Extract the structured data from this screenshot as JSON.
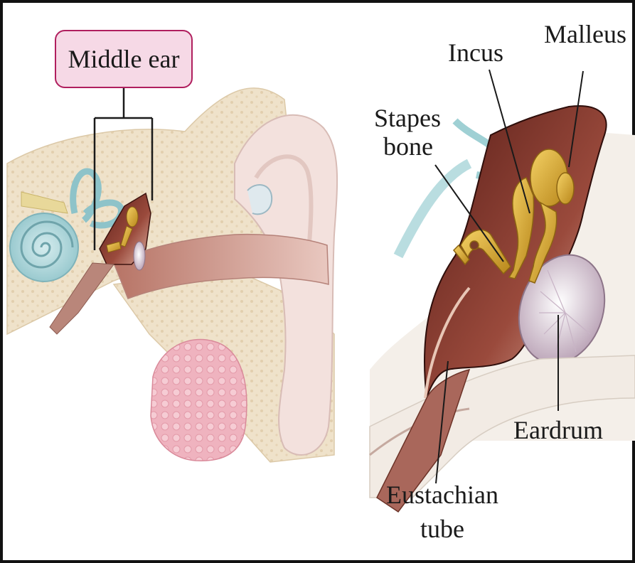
{
  "labels": {
    "middle_ear": "Middle ear",
    "incus": "Incus",
    "malleus": "Malleus",
    "stapes_line1": "Stapes",
    "stapes_line2": "bone",
    "eardrum": "Eardrum",
    "eustachian_line1": "Eustachian",
    "eustachian_line2": "tube"
  },
  "colors": {
    "frame": "#111111",
    "callout_border": "#b01f5e",
    "callout_fill": "#f6d9e6",
    "skin": "#f1dcd8",
    "bone": "#efe4cf",
    "ossicle": "#d4a52a",
    "cavity": "#6e2a22",
    "cochlea": "#a9d3d8",
    "canal": "#c98f84",
    "gland": "#f0b8c2",
    "leader_line": "#1a1a1a"
  }
}
